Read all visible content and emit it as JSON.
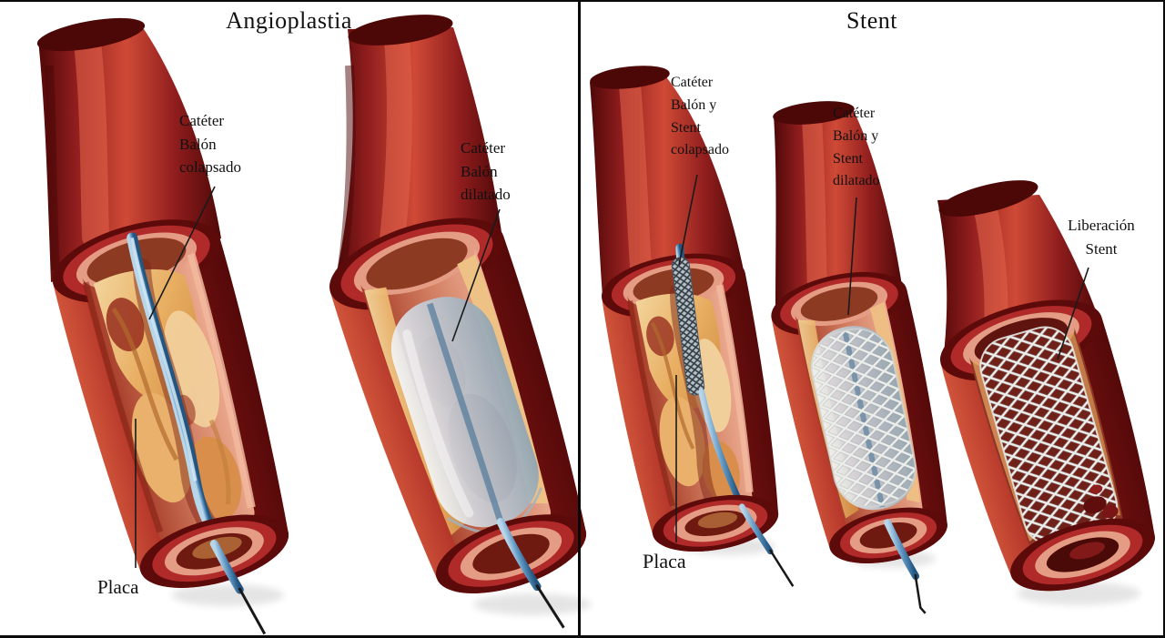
{
  "figure": {
    "left_panel": {
      "title": "Angioplastia",
      "labels": {
        "catheter_collapsed": "Catéter\nBalón\ncolapsado",
        "catheter_dilated": "Catéter\nBalón\ndilatado",
        "plaque": "Placa"
      }
    },
    "right_panel": {
      "title": "Stent",
      "labels": {
        "catheter_stent_collapsed": "Catéter\nBalón y\nStent\ncolapsado",
        "catheter_stent_dilated": "Catéter\nBalón y\nStent\ndilatado",
        "stent_release": "Liberación\nStent",
        "plaque": "Placa"
      }
    },
    "colors": {
      "artery_red": "#a32222",
      "artery_dark": "#5d0a0a",
      "intima_pink": "#e59c84",
      "plaque_yellow": "#e8b06a",
      "catheter_blue": "#3a7ab8",
      "balloon_gray": "#c3d2dd",
      "stent_silver": "#eeeeee",
      "background": "#ffffff",
      "line_black": "#111111"
    }
  }
}
